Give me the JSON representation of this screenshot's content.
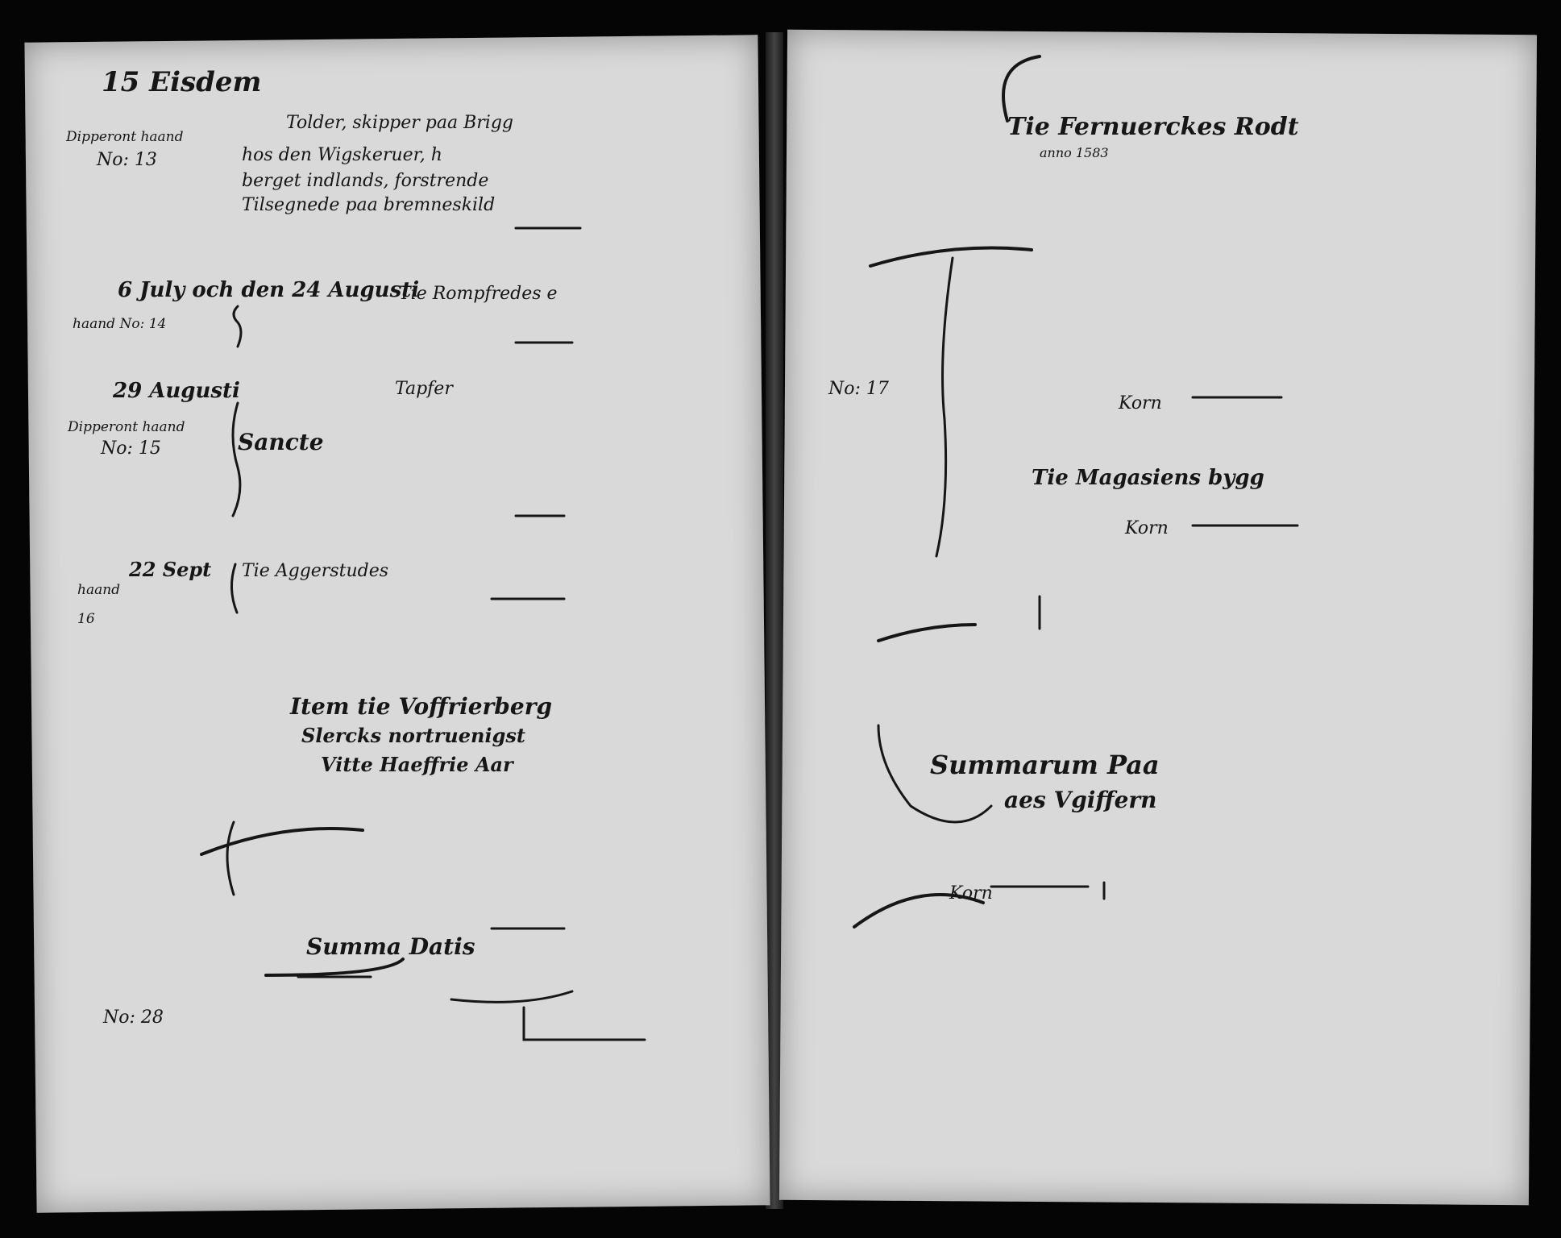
{
  "left_page": {
    "entry1": {
      "date": "15 Eisdem",
      "body": [
        "Tolder, skipper paa Brigg",
        "hos den Wigskeruer, h",
        "berget indlands, forstrende",
        "Tilsegnede paa bremneskild",
        "..."
      ],
      "margin": [
        "Dipperont haand",
        "No: 13"
      ]
    },
    "entry2": {
      "date": "6 July och den 24 Augusti",
      "body": [
        "Tie Rompfredes e",
        "..."
      ],
      "margin": [
        "haand No: 14"
      ]
    },
    "entry3": {
      "date": "29 Augusti",
      "heading": "Sancte",
      "body": [
        "Tapfer",
        "..."
      ],
      "margin": [
        "Dipperont haand",
        "No: 15"
      ]
    },
    "entry4": {
      "date": "22 Sept",
      "body": [
        "Tie Aggerstudes",
        "..."
      ],
      "margin": [
        "haand",
        "16"
      ]
    },
    "section_heading": [
      "Item tie Voffrierberg",
      "Slercks nortruenigst",
      "Vitte Haeffrie Aar"
    ],
    "summa_label": "Summa Datis",
    "bottom_margin": [
      "No: 28"
    ]
  },
  "right_page": {
    "heading": "Tie Fernuerckes Rodt",
    "subheading": [
      "anno 1583"
    ],
    "entry_margin": [
      "No: 17"
    ],
    "entry_label": "Korn",
    "section2": "Tie Magasiens bygg",
    "section2_label": "Korn",
    "summary_heading": [
      "Summarum Paa",
      "aes Vgiffern"
    ],
    "summary_label": "Korn"
  },
  "colors": {
    "paper": "#d9d9d9",
    "ink": "#161616",
    "background": "#050505"
  }
}
